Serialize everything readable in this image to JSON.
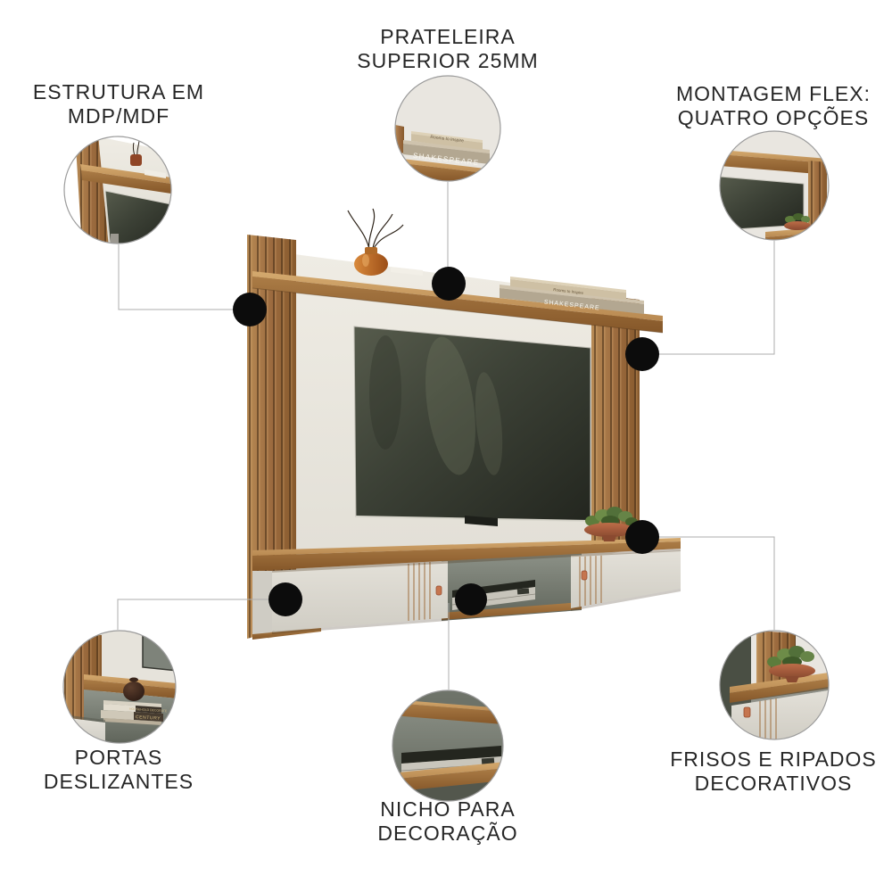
{
  "callouts": {
    "estrutura": {
      "line1": "ESTRUTURA EM",
      "line2": "MDP/MDF"
    },
    "prateleira": {
      "line1": "PRATELEIRA",
      "line2": "SUPERIOR 25MM"
    },
    "montagem": {
      "line1": "MONTAGEM FLEX:",
      "line2": "QUATRO OPÇÕES"
    },
    "portas": {
      "line1": "PORTAS",
      "line2": "DESLIZANTES"
    },
    "nicho": {
      "line1": "NICHO PARA",
      "line2": "DECORAÇÃO"
    },
    "frisos": {
      "line1": "FRISOS E RIPADOS",
      "line2": "DECORATIVOS"
    }
  },
  "decor": {
    "shelf_book_bottom": "SHAKESPEARE",
    "shelf_book_top": "Rooms to Inspire",
    "niche_book_top": "HOUSEHOLD DECORATE",
    "niche_book_bottom": "CENTURY"
  },
  "colors": {
    "background": "#ffffff",
    "wood": "#9c6b3f",
    "wood_dark": "#6e4a26",
    "panel_cream": "#e8e5dd",
    "door_cream": "#dcd9d1",
    "tv_screen": "#3c4136",
    "handle_copper": "#c5754f",
    "connector_line": "#adadad",
    "dot_black": "#0c0c0c",
    "label_text": "#262626"
  }
}
